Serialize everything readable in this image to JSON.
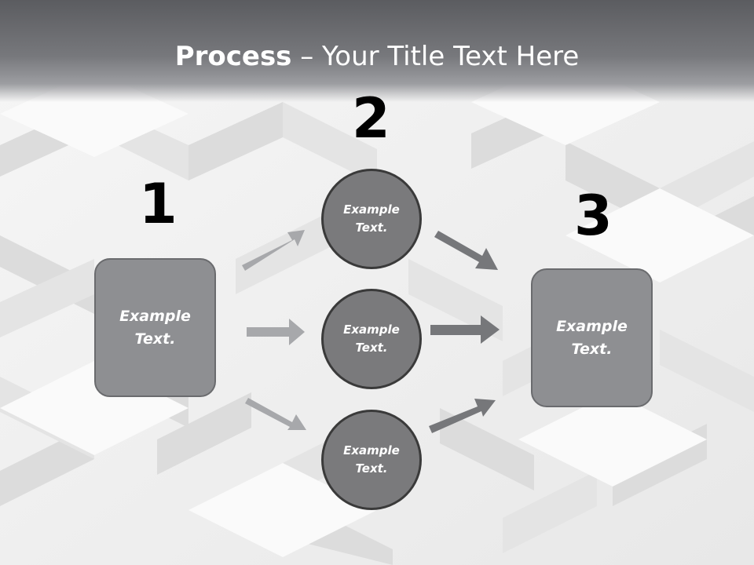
{
  "title": {
    "bold": "Process",
    "rest": " – Your Title Text Here"
  },
  "steps": [
    "1",
    "2",
    "3"
  ],
  "nodes": {
    "left_box": "Example\nText.",
    "circle_top": "Example\nText.",
    "circle_middle": "Example\nText.",
    "circle_bottom": "Example\nText.",
    "right_box": "Example\nText."
  },
  "colors": {
    "box_fill": "#8e8f92",
    "circle_fill": "#7a7a7c",
    "arrow_light": "#a7a8ab",
    "arrow_dark": "#76777a",
    "header": "#5b5c60"
  }
}
